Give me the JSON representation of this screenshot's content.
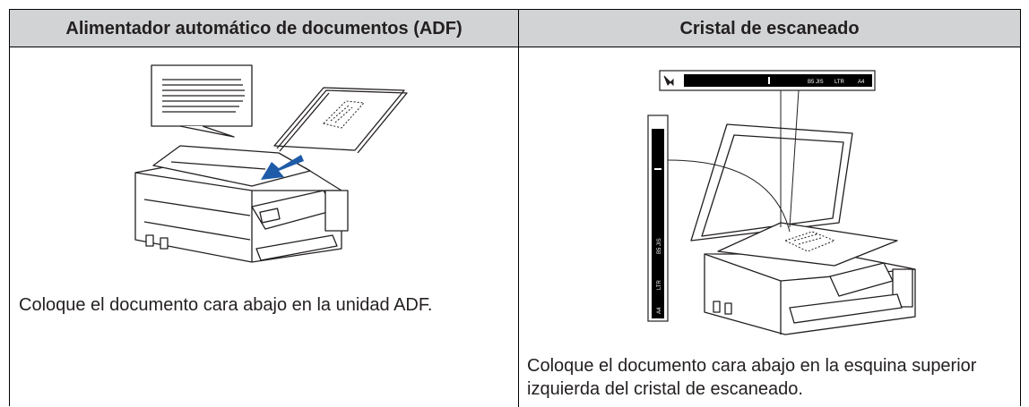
{
  "table": {
    "headers": {
      "adf": "Alimentador automático de documentos (ADF)",
      "glass": "Cristal de escaneado"
    },
    "cells": {
      "adf_caption": "Coloque el documento cara abajo en la unidad ADF.",
      "glass_caption": "Coloque el documento cara abajo en la esquina superior izquierda del cristal de escaneado."
    }
  },
  "glass_scale": {
    "top_labels": [
      "B5 JIS",
      "LTR",
      "A4"
    ],
    "side_labels": [
      "B5 JIS",
      "LTR",
      "A4"
    ]
  },
  "colors": {
    "header_bg": "#d1d3d4",
    "arrow": "#1e5ba8",
    "line": "#231f20"
  }
}
